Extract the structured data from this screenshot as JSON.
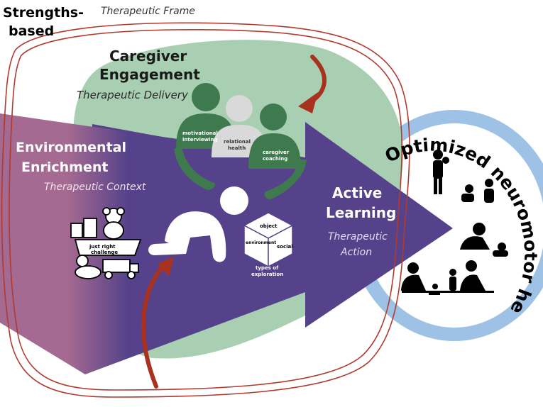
{
  "frame": {
    "title_line1": "Strengths-",
    "title_line2": "based",
    "subtitle": "Therapeutic Frame"
  },
  "caregiver": {
    "title_line1": "Caregiver",
    "title_line2": "Engagement",
    "subtitle": "Therapeutic Delivery",
    "labels": {
      "motivational_line1": "motivational",
      "motivational_line2": "interviewing",
      "relational_line1": "relational",
      "relational_line2": "health",
      "coaching_line1": "caregiver",
      "coaching_line2": "coaching"
    }
  },
  "environment": {
    "title_line1": "Environmental",
    "title_line2": "Enrichment",
    "subtitle": "Therapeutic Context",
    "toy_label_line1": "just right",
    "toy_label_line2": "challenge"
  },
  "active": {
    "title_line1": "Active",
    "title_line2": "Learning",
    "subtitle_line1": "Therapeutic",
    "subtitle_line2": "Action",
    "cube_top": "object",
    "cube_left": "environment",
    "cube_right": "social",
    "exploration_line1": "types of",
    "exploration_line2": "exploration"
  },
  "outcome": {
    "arc_text": "Optimized neuromotor health"
  },
  "colors": {
    "frame_red": "#b03a2e",
    "arrow_red": "#a8321e",
    "green_blob": "#a8cfb1",
    "dark_green": "#3f7a4e",
    "purple": "#55428a",
    "mauve": "#a56a91",
    "blue_ring": "#9ec2e6",
    "gray_figure": "#d9d9d9"
  }
}
